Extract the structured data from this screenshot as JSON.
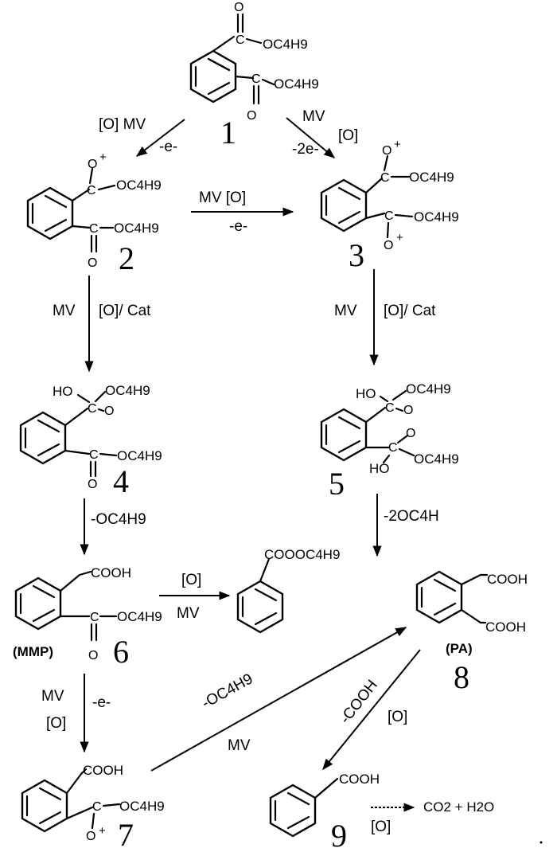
{
  "compounds": [
    {
      "id": "1",
      "number": "1",
      "top_group": "OC4H9",
      "bottom_group": "OC4H9"
    },
    {
      "id": "2",
      "number": "2",
      "top_group": "OC4H9",
      "bottom_group": "OC4H9",
      "charge": "+"
    },
    {
      "id": "3",
      "number": "3",
      "top_group": "OC4H9",
      "bottom_group": "OC4H9",
      "charge": "+"
    },
    {
      "id": "4",
      "number": "4",
      "top_group": "OC4H9",
      "bottom_group": "OC4H9",
      "hydroxyl": "HO"
    },
    {
      "id": "5",
      "number": "5",
      "top_group": "OC4H9",
      "bottom_group": "OC4H9",
      "hydroxyl": "HO"
    },
    {
      "id": "6",
      "number": "6",
      "name": "(MMP)",
      "top_group": "COOH",
      "bottom_group": "OC4H9"
    },
    {
      "id": "7",
      "number": "7",
      "top_group": "COOH",
      "bottom_group": "OC4H9",
      "charge": "+"
    },
    {
      "id": "8",
      "number": "8",
      "name": "(PA)",
      "top_group": "COOH",
      "bottom_group": "COOH"
    },
    {
      "id": "9",
      "number": "9",
      "top_group": "COOH"
    },
    {
      "id": "butyl-benzoate",
      "top_group": "COOOC4H9"
    }
  ],
  "atoms": {
    "carbon": "C",
    "oxygen": "O"
  },
  "reactions": {
    "r1_2": {
      "reagents": "[O]  MV",
      "electrons": "-e-"
    },
    "r1_3": {
      "reagents_1": "MV",
      "reagents_2": "[O]",
      "electrons": "-2e-"
    },
    "r2_3": {
      "reagents": "MV   [O]",
      "electrons": "-e-"
    },
    "r2_4": {
      "reagent_left": "MV",
      "reagent_right": "[O]/ Cat"
    },
    "r3_5": {
      "reagent_left": "MV",
      "reagent_right": "[O]/ Cat"
    },
    "r4_6": {
      "label": "-OC4H9"
    },
    "r5_8": {
      "label": "-2OC4H"
    },
    "r6_ester": {
      "top": "[O]",
      "bottom": "MV"
    },
    "r6_7": {
      "left_1": "MV",
      "left_2": "[O]",
      "right": "-e-"
    },
    "r7_8": {
      "top": "-OC4H9",
      "bottom": "MV"
    },
    "r8_9": {
      "label": "-COOH",
      "reagent": "[O]"
    },
    "r9_products": {
      "reagent": "[O]",
      "products": "CO2 + H2O"
    }
  }
}
